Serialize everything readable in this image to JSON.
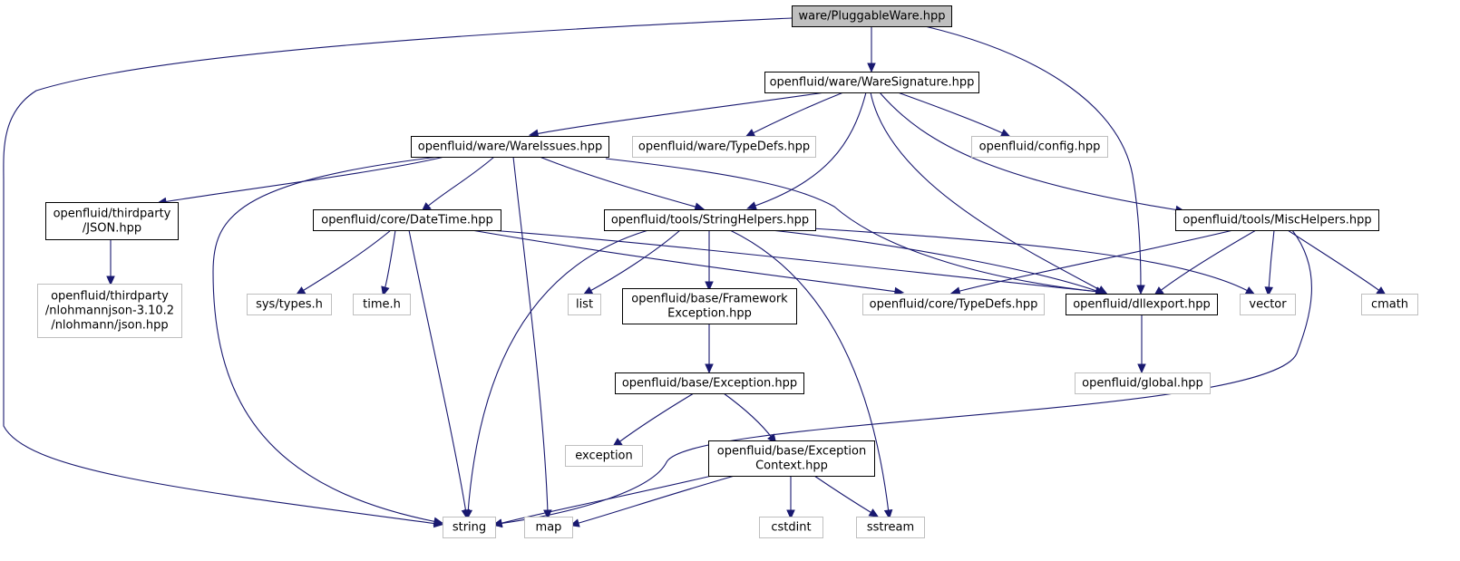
{
  "colors": {
    "edge": "#191970",
    "root_fill": "#bfbfbf",
    "root_border": "#000000",
    "documented_border": "#000000",
    "undocumented_border": "#bfbfbf",
    "text": "#000000"
  },
  "nodes": [
    {
      "id": "pluggableware",
      "lines": [
        "ware/PluggableWare.hpp"
      ],
      "style": "root"
    },
    {
      "id": "waresignature",
      "lines": [
        "openfluid/ware/WareSignature.hpp"
      ],
      "style": "documented"
    },
    {
      "id": "wareissues",
      "lines": [
        "openfluid/ware/WareIssues.hpp"
      ],
      "style": "documented"
    },
    {
      "id": "ware-typedefs",
      "lines": [
        "openfluid/ware/TypeDefs.hpp"
      ],
      "style": "undocumented"
    },
    {
      "id": "config",
      "lines": [
        "openfluid/config.hpp"
      ],
      "style": "undocumented"
    },
    {
      "id": "json",
      "lines": [
        "openfluid/thirdparty",
        "/JSON.hpp"
      ],
      "style": "documented"
    },
    {
      "id": "datetime",
      "lines": [
        "openfluid/core/DateTime.hpp"
      ],
      "style": "documented"
    },
    {
      "id": "stringhelpers",
      "lines": [
        "openfluid/tools/StringHelpers.hpp"
      ],
      "style": "documented"
    },
    {
      "id": "mischelpers",
      "lines": [
        "openfluid/tools/MiscHelpers.hpp"
      ],
      "style": "documented"
    },
    {
      "id": "nlohmann",
      "lines": [
        "openfluid/thirdparty",
        "/nlohmannjson-3.10.2",
        "/nlohmann/json.hpp"
      ],
      "style": "undocumented"
    },
    {
      "id": "systypes",
      "lines": [
        "sys/types.h"
      ],
      "style": "undocumented"
    },
    {
      "id": "timeh",
      "lines": [
        "time.h"
      ],
      "style": "undocumented"
    },
    {
      "id": "list",
      "lines": [
        "list"
      ],
      "style": "undocumented"
    },
    {
      "id": "frameworkexception",
      "lines": [
        "openfluid/base/Framework",
        "Exception.hpp"
      ],
      "style": "documented"
    },
    {
      "id": "core-typedefs",
      "lines": [
        "openfluid/core/TypeDefs.hpp"
      ],
      "style": "undocumented"
    },
    {
      "id": "dllexport",
      "lines": [
        "openfluid/dllexport.hpp"
      ],
      "style": "documented"
    },
    {
      "id": "vector",
      "lines": [
        "vector"
      ],
      "style": "undocumented"
    },
    {
      "id": "cmath",
      "lines": [
        "cmath"
      ],
      "style": "undocumented"
    },
    {
      "id": "global",
      "lines": [
        "openfluid/global.hpp"
      ],
      "style": "undocumented"
    },
    {
      "id": "exception-hpp",
      "lines": [
        "openfluid/base/Exception.hpp"
      ],
      "style": "documented"
    },
    {
      "id": "exception",
      "lines": [
        "exception"
      ],
      "style": "undocumented"
    },
    {
      "id": "exceptioncontext",
      "lines": [
        "openfluid/base/Exception",
        "Context.hpp"
      ],
      "style": "documented"
    },
    {
      "id": "string",
      "lines": [
        "string"
      ],
      "style": "undocumented"
    },
    {
      "id": "map",
      "lines": [
        "map"
      ],
      "style": "undocumented"
    },
    {
      "id": "cstdint",
      "lines": [
        "cstdint"
      ],
      "style": "undocumented"
    },
    {
      "id": "sstream",
      "lines": [
        "sstream"
      ],
      "style": "undocumented"
    }
  ],
  "edges": [
    {
      "from": "pluggableware",
      "to": "waresignature"
    },
    {
      "from": "pluggableware",
      "to": "string"
    },
    {
      "from": "pluggableware",
      "to": "dllexport"
    },
    {
      "from": "waresignature",
      "to": "wareissues"
    },
    {
      "from": "waresignature",
      "to": "ware-typedefs"
    },
    {
      "from": "waresignature",
      "to": "config"
    },
    {
      "from": "waresignature",
      "to": "stringhelpers"
    },
    {
      "from": "waresignature",
      "to": "mischelpers"
    },
    {
      "from": "waresignature",
      "to": "dllexport"
    },
    {
      "from": "wareissues",
      "to": "json"
    },
    {
      "from": "wareissues",
      "to": "datetime"
    },
    {
      "from": "wareissues",
      "to": "stringhelpers"
    },
    {
      "from": "wareissues",
      "to": "dllexport"
    },
    {
      "from": "wareissues",
      "to": "string"
    },
    {
      "from": "wareissues",
      "to": "map"
    },
    {
      "from": "json",
      "to": "nlohmann"
    },
    {
      "from": "datetime",
      "to": "systypes"
    },
    {
      "from": "datetime",
      "to": "timeh"
    },
    {
      "from": "datetime",
      "to": "string"
    },
    {
      "from": "datetime",
      "to": "core-typedefs"
    },
    {
      "from": "datetime",
      "to": "dllexport"
    },
    {
      "from": "stringhelpers",
      "to": "list"
    },
    {
      "from": "stringhelpers",
      "to": "frameworkexception"
    },
    {
      "from": "stringhelpers",
      "to": "dllexport"
    },
    {
      "from": "stringhelpers",
      "to": "vector"
    },
    {
      "from": "stringhelpers",
      "to": "string"
    },
    {
      "from": "stringhelpers",
      "to": "sstream"
    },
    {
      "from": "mischelpers",
      "to": "core-typedefs"
    },
    {
      "from": "mischelpers",
      "to": "dllexport"
    },
    {
      "from": "mischelpers",
      "to": "vector"
    },
    {
      "from": "mischelpers",
      "to": "cmath"
    },
    {
      "from": "mischelpers",
      "to": "string"
    },
    {
      "from": "dllexport",
      "to": "global"
    },
    {
      "from": "frameworkexception",
      "to": "exception-hpp"
    },
    {
      "from": "exception-hpp",
      "to": "exception"
    },
    {
      "from": "exception-hpp",
      "to": "exceptioncontext"
    },
    {
      "from": "exceptioncontext",
      "to": "string"
    },
    {
      "from": "exceptioncontext",
      "to": "map"
    },
    {
      "from": "exceptioncontext",
      "to": "cstdint"
    },
    {
      "from": "exceptioncontext",
      "to": "sstream"
    }
  ]
}
